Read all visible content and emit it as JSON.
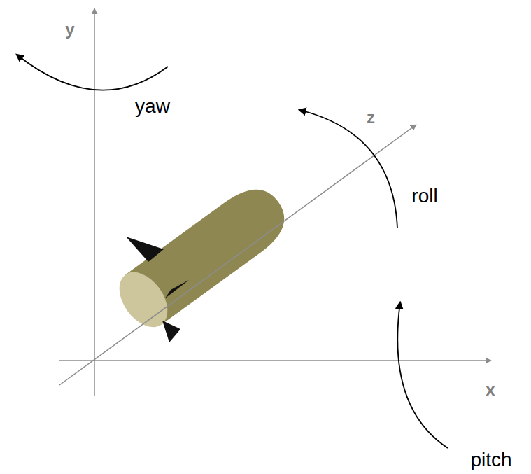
{
  "diagram": {
    "labels": [
      "y",
      "yaw",
      "z",
      "roll",
      "x",
      "pitch"
    ]
  }
}
